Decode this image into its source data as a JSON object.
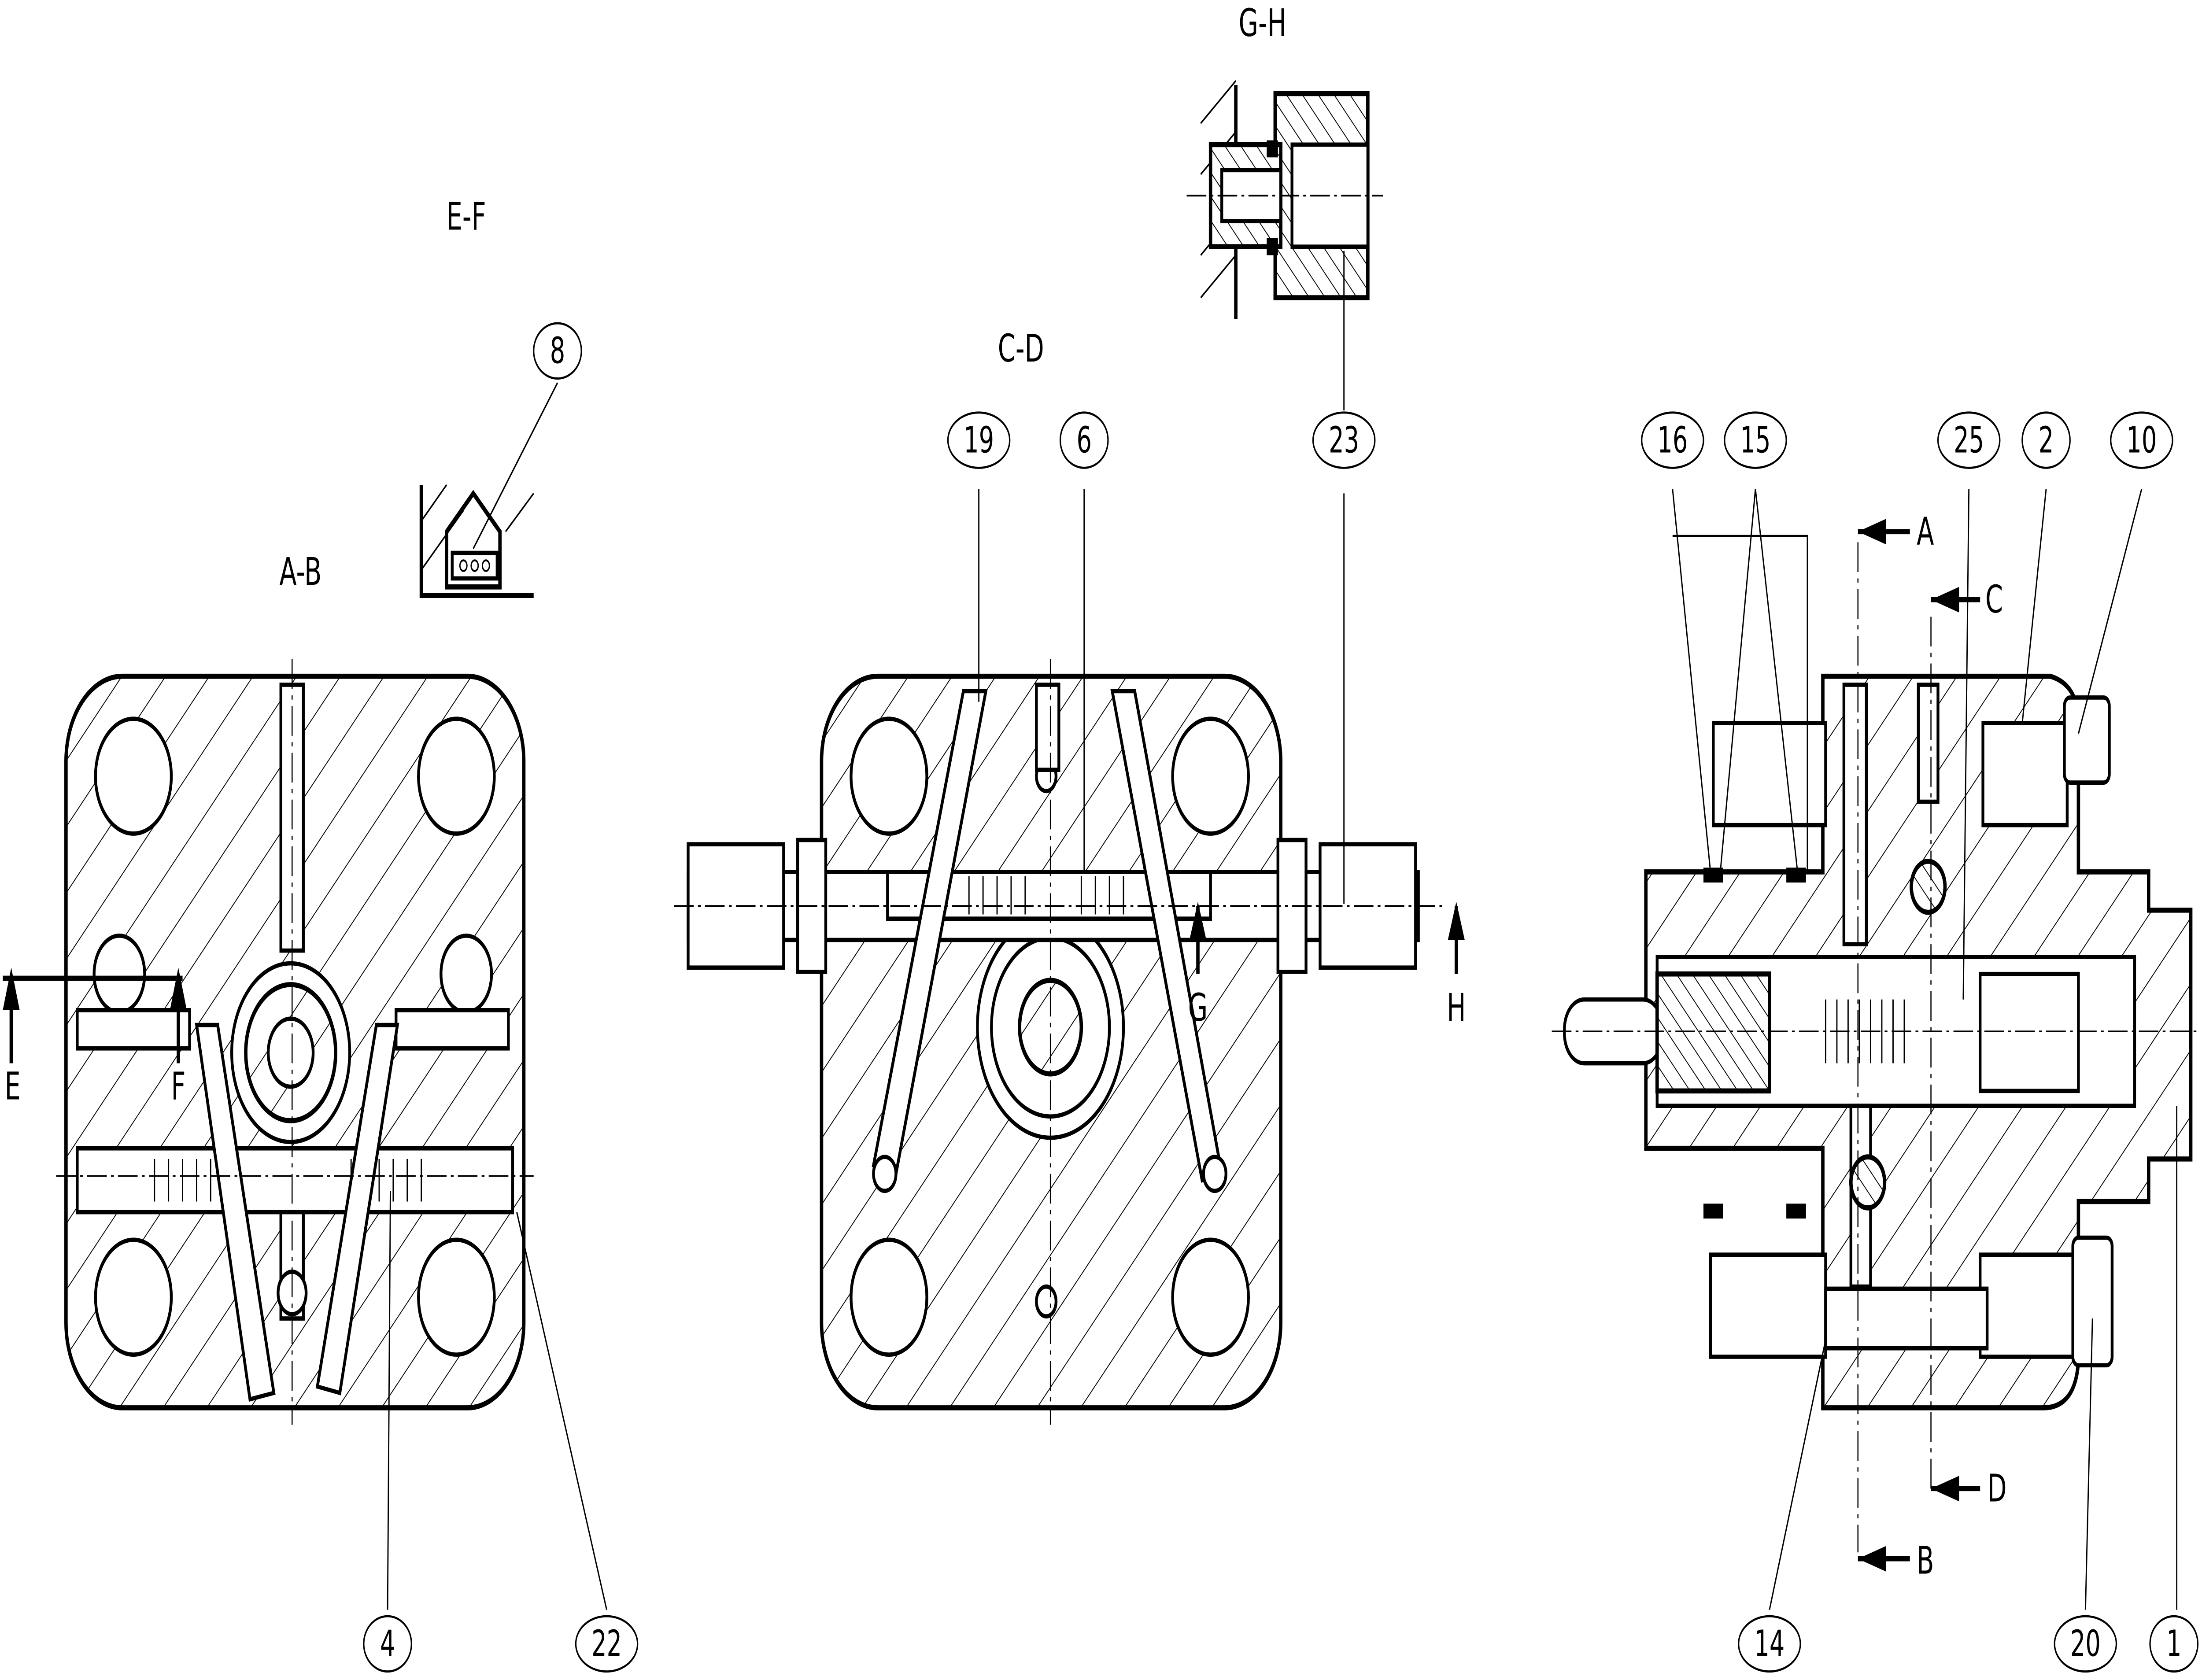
{
  "views": {
    "gh_title": "G-H",
    "ef_title": "E-F",
    "cd_title": "C-D",
    "ab_title": "A-B"
  },
  "callouts": {
    "p8": "8",
    "p19": "19",
    "p6": "6",
    "p23": "23",
    "p16": "16",
    "p15": "15",
    "p25": "25",
    "p2": "2",
    "p10": "10",
    "p4": "4",
    "p22": "22",
    "p14": "14",
    "p20": "20",
    "p1": "1"
  },
  "section_marks": {
    "a": "A",
    "b": "B",
    "c": "C",
    "d": "D",
    "e": "E",
    "f": "F",
    "g": "G",
    "h": "H"
  }
}
